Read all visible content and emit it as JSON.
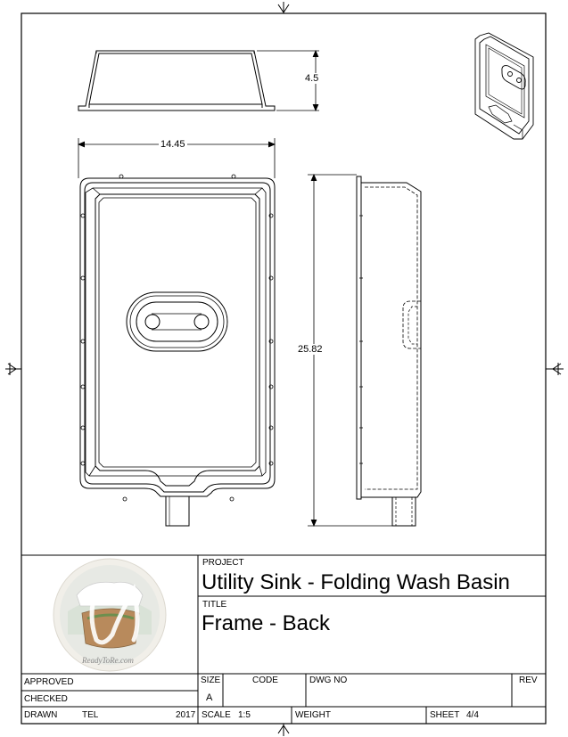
{
  "dimensions": {
    "height": "4.5",
    "width": "14.45",
    "length": "25.82"
  },
  "title_block": {
    "project_label": "PROJECT",
    "project": "Utility Sink - Folding Wash Basin",
    "title_label": "TITLE",
    "title": "Frame - Back",
    "approved_label": "APPROVED",
    "checked_label": "CHECKED",
    "drawn_label": "DRAWN",
    "drawn_by": "TEL",
    "year": "2017",
    "size_label": "SIZE",
    "size": "A",
    "code_label": "CODE",
    "dwg_no_label": "DWG NO",
    "rev_label": "REV",
    "scale_label": "SCALE",
    "scale": "1:5",
    "weight_label": "WEIGHT",
    "sheet_label": "SHEET",
    "sheet": "4/4",
    "logo_text": "ReadyToRe.com"
  }
}
